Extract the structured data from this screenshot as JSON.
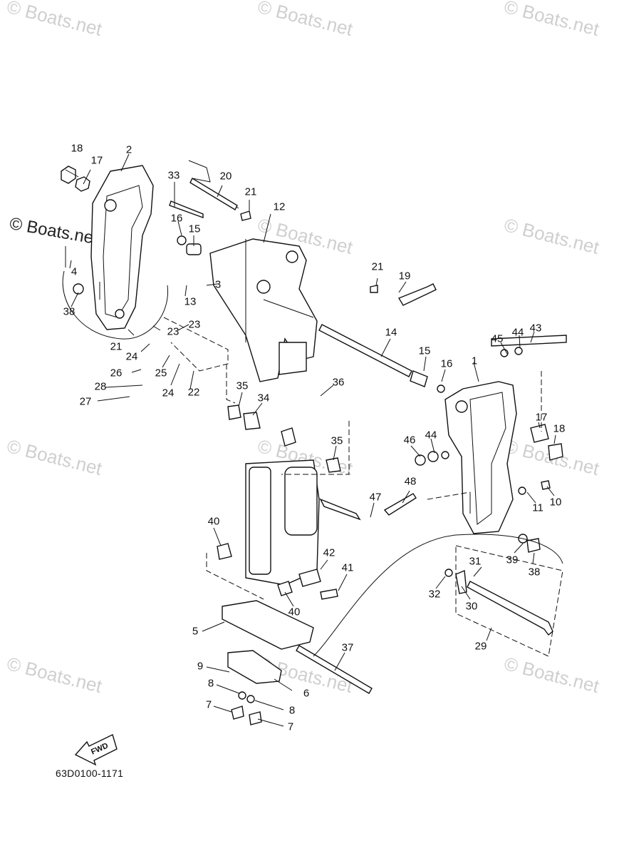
{
  "watermark": "© Boats.net",
  "diagram_code": "63D0100-1171",
  "fwd_label": "FWD",
  "callouts": [
    "18",
    "17",
    "2",
    "33",
    "20",
    "21",
    "12",
    "16",
    "15",
    "4",
    "38",
    "3",
    "13",
    "21",
    "23",
    "23",
    "24",
    "26",
    "25",
    "24",
    "22",
    "27",
    "28",
    "19",
    "21",
    "14",
    "15",
    "16",
    "36",
    "35",
    "34",
    "35",
    "45",
    "44",
    "43",
    "1",
    "17",
    "18",
    "46",
    "44",
    "48",
    "11",
    "10",
    "47",
    "40",
    "42",
    "41",
    "40",
    "39",
    "38",
    "31",
    "32",
    "30",
    "29",
    "5",
    "37",
    "9",
    "8",
    "6",
    "7",
    "8",
    "7"
  ]
}
